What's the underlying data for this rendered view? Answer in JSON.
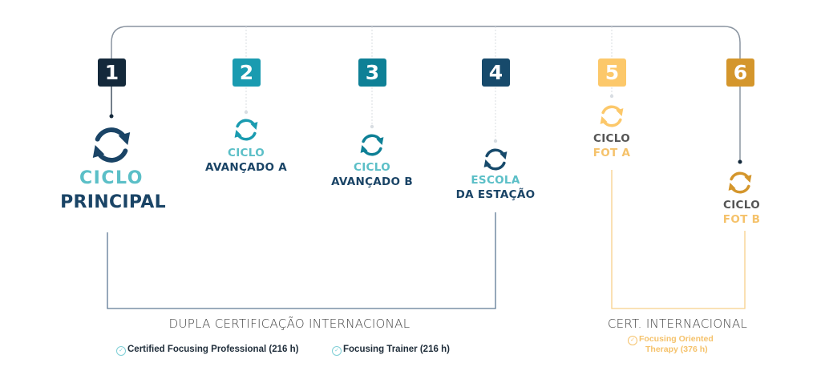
{
  "colors": {
    "step1": "#14293b",
    "step2": "#1a9bb0",
    "step3": "#0e8096",
    "step4": "#174a6b",
    "step5": "#fcc86a",
    "step6": "#d4962c",
    "teal_text": "#5bbfc7",
    "navy_text": "#1a4466",
    "gray_text": "#555555",
    "gold_text": "#f5c26b"
  },
  "steps": [
    {
      "number": "1",
      "line1": "CICLO",
      "line2": "PRINCIPAL",
      "icon": "cycle-arrows-icon"
    },
    {
      "number": "2",
      "line1": "CICLO",
      "line2": "AVANÇADO A",
      "icon": "cycle-arrows-icon"
    },
    {
      "number": "3",
      "line1": "CICLO",
      "line2": "AVANÇADO B",
      "icon": "cycle-arrows-icon"
    },
    {
      "number": "4",
      "line1": "ESCOLA",
      "line2": "DA ESTAÇÃO",
      "icon": "cycle-arrows-icon"
    },
    {
      "number": "5",
      "line1": "CICLO",
      "line2": "FOT A",
      "icon": "cycle-arrows-icon"
    },
    {
      "number": "6",
      "line1": "CICLO",
      "line2": "FOT B",
      "icon": "cycle-arrows-icon"
    }
  ],
  "groups": {
    "dual": {
      "title": "DUPLA CERTIFICAÇÃO INTERNACIONAL",
      "certs": [
        "Certified Focusing Professional (216 h)",
        "Focusing Trainer (216 h)"
      ]
    },
    "single": {
      "title": "CERT. INTERNACIONAL",
      "cert_line1": "Focusing Oriented",
      "cert_line2": "Therapy (376 h)"
    }
  }
}
